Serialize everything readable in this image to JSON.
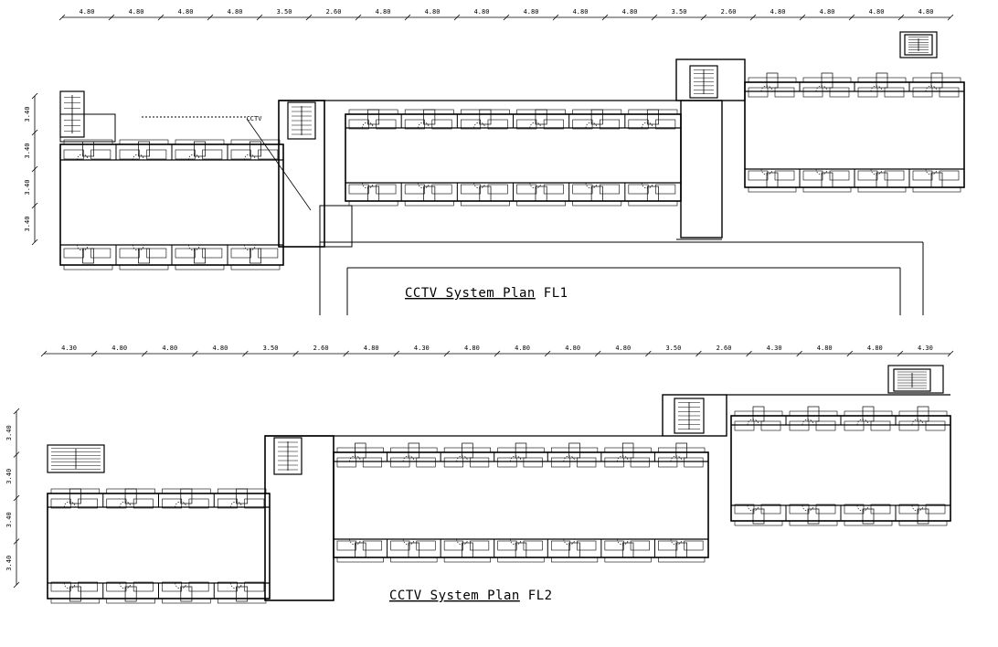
{
  "plans": [
    {
      "id": "fl1",
      "title_main": "CCTV System Plan",
      "title_suffix": "FL1",
      "dims_top": [
        "4.80",
        "4.80",
        "4.80",
        "4.80",
        "3.50",
        "2.60",
        "4.80",
        "4.80",
        "4.80",
        "4.80",
        "4.80",
        "4.80",
        "3.50",
        "2.60",
        "4.80",
        "4.80",
        "4.80",
        "4.80"
      ],
      "dims_side": [
        "3.40",
        "3.40",
        "3.40",
        "3.40"
      ],
      "labels": {
        "cctv": "CCTV"
      }
    },
    {
      "id": "fl2",
      "title_main": "CCTV System Plan",
      "title_suffix": "FL2",
      "dims_top": [
        "4.30",
        "4.80",
        "4.80",
        "4.80",
        "3.50",
        "2.60",
        "4.80",
        "4.30",
        "4.80",
        "4.80",
        "4.80",
        "4.80",
        "3.50",
        "2.60",
        "4.30",
        "4.80",
        "4.80",
        "4.30"
      ],
      "dims_side": [
        "3.40",
        "3.40",
        "3.40",
        "3.40"
      ]
    }
  ],
  "colors": {
    "line": "#000000",
    "background": "#ffffff"
  }
}
